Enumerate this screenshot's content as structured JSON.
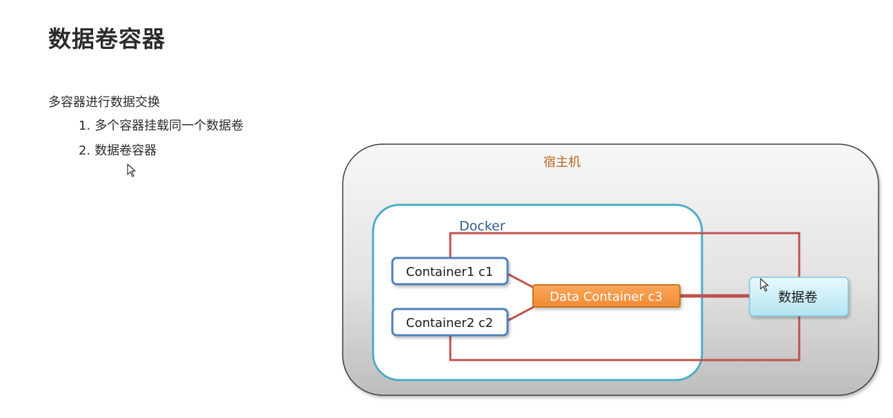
{
  "page": {
    "title": "数据卷容器",
    "intro": "多容器进行数据交换",
    "list": [
      {
        "num": "1.",
        "text": "多个容器挂载同一个数据卷"
      },
      {
        "num": "2.",
        "text": "数据卷容器"
      }
    ]
  },
  "diagram": {
    "host_label": "宿主机",
    "docker_label": "Docker",
    "container1_label": "Container1 c1",
    "container2_label": "Container2 c2",
    "data_container_label": "Data Container c3",
    "volume_label": "数据卷",
    "colors": {
      "host_text": "#b5651d",
      "docker_border": "#4bacc6",
      "docker_text": "#2e5d8a",
      "container_border": "#4f7fbf",
      "data_container_fill": "#f79646",
      "data_container_border": "#c8731f",
      "connector": "#c0504d",
      "volume_fill": "#c6eef8",
      "volume_border": "#7fc8dd"
    }
  },
  "icons": {
    "cursor_1": "mouse-pointer-icon",
    "cursor_2": "mouse-pointer-icon"
  }
}
